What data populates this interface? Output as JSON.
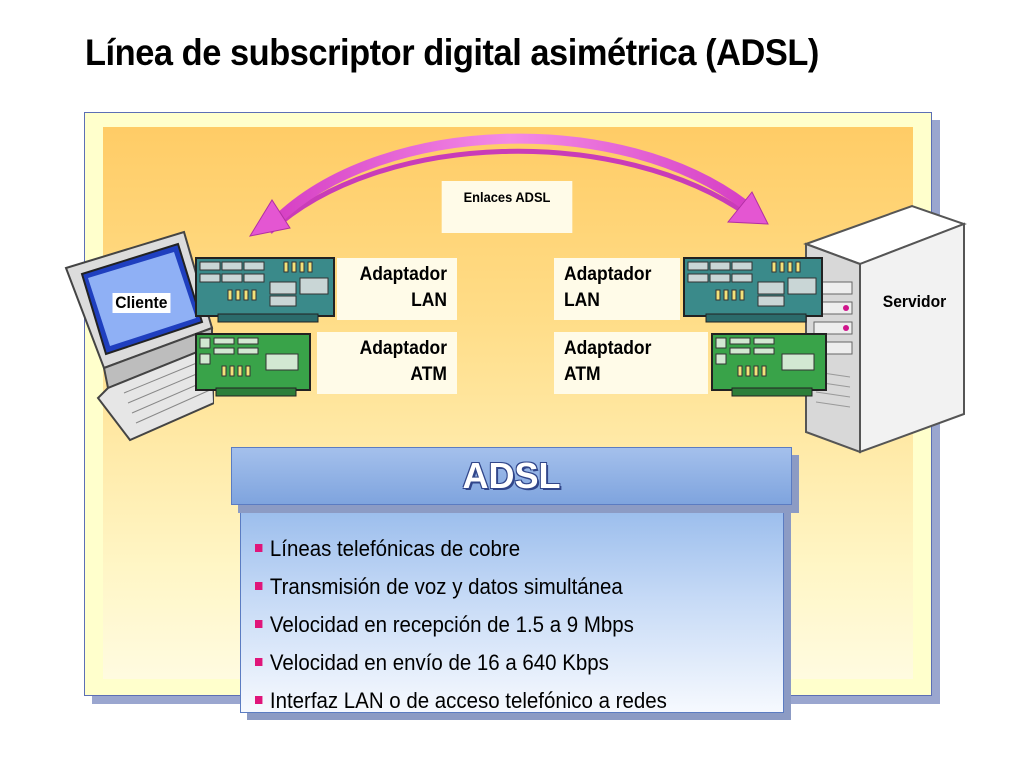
{
  "title": "Línea de subscriptor digital asimétrica (ADSL)",
  "diagram": {
    "links_label": "Enlaces ADSL",
    "client_label": "Cliente",
    "server_label": "Servidor",
    "left_lan": {
      "line1": "Adaptador",
      "line2": "LAN"
    },
    "left_atm": {
      "line1": "Adaptador",
      "line2": "ATM"
    },
    "right_lan": {
      "line1": "Adaptador",
      "line2": "LAN"
    },
    "right_atm": {
      "line1": "Adaptador",
      "line2": "ATM"
    },
    "colors": {
      "arrow": "#e64fd0",
      "panel_top": "#ffcc66",
      "lan_card": "#3a8a8a",
      "atm_card": "#39a349",
      "accent_bullet": "#e0157a"
    }
  },
  "adsl_box": {
    "header": "ADSL",
    "bullets": [
      "Líneas telefónicas de cobre",
      "Transmisión de voz y datos simultánea",
      "Velocidad en recepción de 1.5 a 9 Mbps",
      "Velocidad en envío de 16 a 640 Kbps",
      "Interfaz LAN o de acceso telefónico a redes"
    ]
  }
}
